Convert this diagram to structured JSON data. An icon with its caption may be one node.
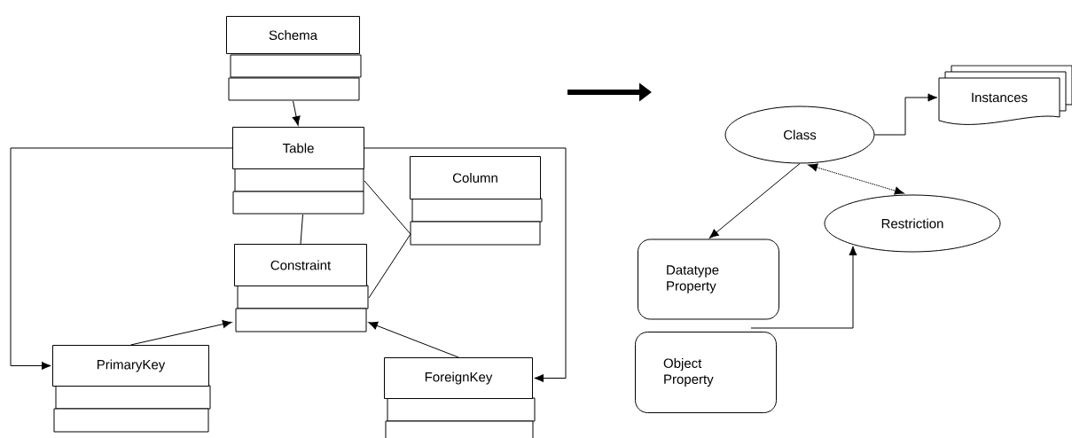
{
  "diagram": {
    "nodes": [
      {
        "text": [
          "Schema"
        ]
      },
      {
        "text": [
          "Table"
        ]
      },
      {
        "text": [
          "Column"
        ]
      },
      {
        "text": [
          "Constraint"
        ]
      },
      {
        "text": [
          "PrimaryKey"
        ]
      },
      {
        "text": [
          "ForeignKey"
        ]
      },
      {
        "text": [
          "Class"
        ]
      },
      {
        "text": [
          "Instances"
        ]
      },
      {
        "text": [
          "Restriction"
        ]
      },
      {
        "text": [
          "Datatype Property"
        ]
      },
      {
        "text": [
          "Object Property"
        ]
      }
    ],
    "edges": [
      {
        "from": 0,
        "to": 1,
        "arrow": "to"
      },
      {
        "from": 1,
        "to": 4,
        "arrow": "to"
      },
      {
        "from": 1,
        "to": 5,
        "arrow": "to"
      },
      {
        "from": 1,
        "to": 3,
        "arrow": "none"
      },
      {
        "from": 1,
        "to": 2,
        "arrow": "none"
      },
      {
        "from": 3,
        "to": 2,
        "arrow": "none"
      },
      {
        "from": 4,
        "to": 3,
        "arrow": "to"
      },
      {
        "from": 5,
        "to": 3,
        "arrow": "to"
      },
      {
        "from": 6,
        "to": 7,
        "arrow": "to"
      },
      {
        "from": 6,
        "to": 9,
        "arrow": "to"
      },
      {
        "from": 6,
        "to": 8,
        "arrow": "both",
        "style": "dashed"
      },
      {
        "from": 10,
        "to": 8,
        "arrow": "to"
      }
    ]
  }
}
